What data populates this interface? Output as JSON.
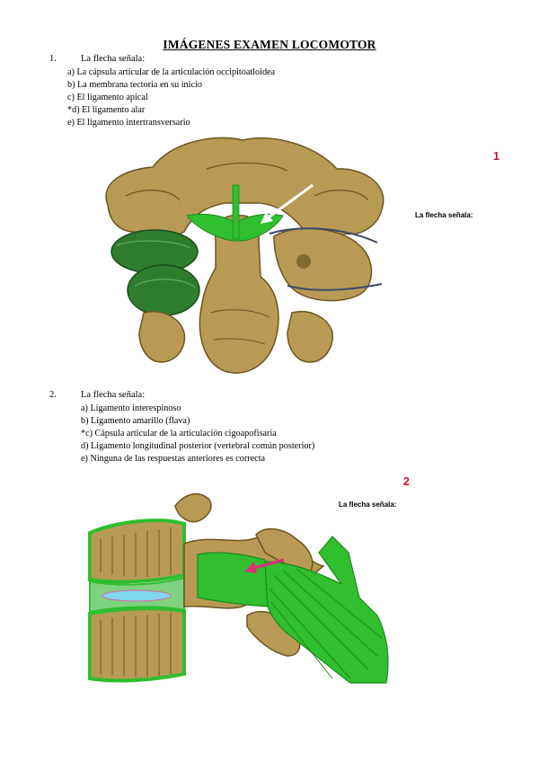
{
  "title": "IMÁGENES EXAMEN LOCOMOTOR",
  "questions": [
    {
      "number": "1.",
      "prompt": "La flecha señala:",
      "options": [
        "a) La cápsula articular de la articulación occipitoatloidea",
        "b) La membrana tectoria en su inicio",
        "c) El ligamento apical",
        "*d) El ligamento alar",
        "e) El ligamento intertransversario"
      ],
      "figure_badge": "1",
      "side_label": "La flecha señala:"
    },
    {
      "number": "2.",
      "prompt": "La flecha señala:",
      "options": [
        "a) Ligamento interespinoso",
        "b) Ligamento amarillo (flava)",
        "*c) Cápsula articular de la articulación cigoapofisaria",
        "d) Ligamento longitudinal posterior (vertebral común posterior)",
        "e) Ninguna de las respuestas anteriores es correcta"
      ],
      "figure_badge": "2",
      "side_label": "La flecha señala:"
    }
  ],
  "colors": {
    "bone": "#b89a55",
    "bone_dark": "#6e5420",
    "ligament_green": "#2fbf2f",
    "disc_green": "#2e7d2e",
    "arrow_white": "#ffffff",
    "arrow_magenta": "#e0307a",
    "badge_red": "#c8102e"
  }
}
